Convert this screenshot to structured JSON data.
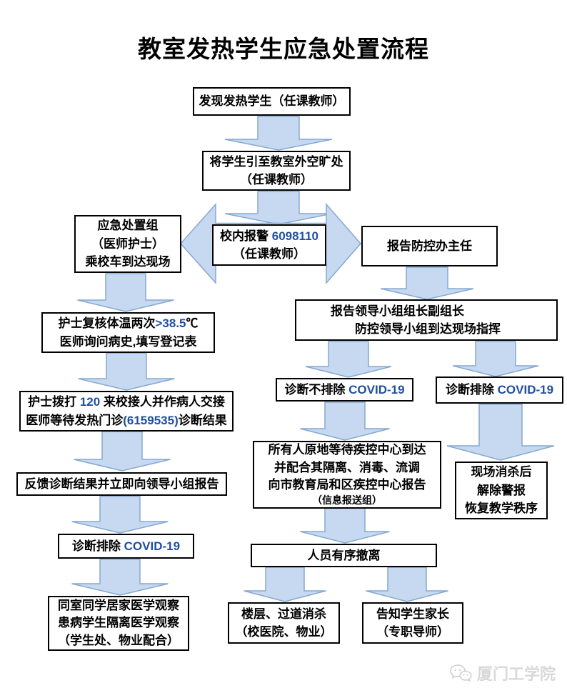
{
  "title": "教室发热学生应急处置流程",
  "colors": {
    "accent": "#1f4fa0",
    "arrow_fill": "#c6d9f1",
    "arrow_stroke": "#85a8d0",
    "box_border": "#000000",
    "watermark_gray": "#d8d8d8"
  },
  "nodes": {
    "discover": {
      "line1": "发现发热学生（任课教师）"
    },
    "guide": {
      "line1": "将学生引至教室外空旷处",
      "line2": "（任课教师）"
    },
    "emergency_team": {
      "line1": "应急处置组",
      "line2": "（医师护士）",
      "line3": "乘校车到达现场"
    },
    "campus_alarm": {
      "line1_pre": "校内报警 ",
      "line1_accent": "6098110",
      "line2": "（任课教师）"
    },
    "report_director": {
      "line1": "报告防控办主任"
    },
    "nurse_check": {
      "line1_pre": "护士复核体温两次",
      "line1_accent": ">38.5",
      "line1_post": "℃",
      "line2": "医师询问病史,填写登记表"
    },
    "call_120": {
      "line1_pre": "护士拨打 ",
      "line1_accent": "120",
      "line1_post": " 来校接人并作病人交接",
      "line2_pre": "医师等待发热门诊",
      "line2_accent": "(6159535)",
      "line2_post": "诊断结果"
    },
    "feedback": {
      "line1": "反馈诊断结果并立即向领导小组报告"
    },
    "covid_excluded_left": {
      "line1_pre": "诊断排除 ",
      "line1_accent": "COVID-19"
    },
    "observation": {
      "line1": "同室同学居家医学观察",
      "line2": "患病学生隔离医学观察",
      "line3": "（学生处、物业配合）"
    },
    "report_leaders": {
      "line1": "报告领导小组组长副组长",
      "line2": "防控领导小组到达现场指挥"
    },
    "covid_not_excluded": {
      "line1_pre": "诊断不排除 ",
      "line1_accent": "COVID-19"
    },
    "covid_excluded_right": {
      "line1_pre": "诊断排除 ",
      "line1_accent": "COVID-19"
    },
    "wait_cdc": {
      "line1": "所有人原地等待疾控中心到达",
      "line2": "并配合其隔离、消毒、流调",
      "line3": "向市教育局和区疾控中心报告",
      "line4": "（信息报送组）"
    },
    "site_disinfection": {
      "line1": "现场消杀后",
      "line2": "解除警报",
      "line3": "恢复教学秩序"
    },
    "evacuate": {
      "line1": "人员有序撤离"
    },
    "floor_disinfection": {
      "line1": "楼层、过道消杀",
      "line2": "（校医院、物业）"
    },
    "notify_parents": {
      "line1": "告知学生家长",
      "line2": "（专职导师）"
    }
  },
  "watermark": {
    "brand": "厦门工学院",
    "icon": "wechat-icon"
  }
}
